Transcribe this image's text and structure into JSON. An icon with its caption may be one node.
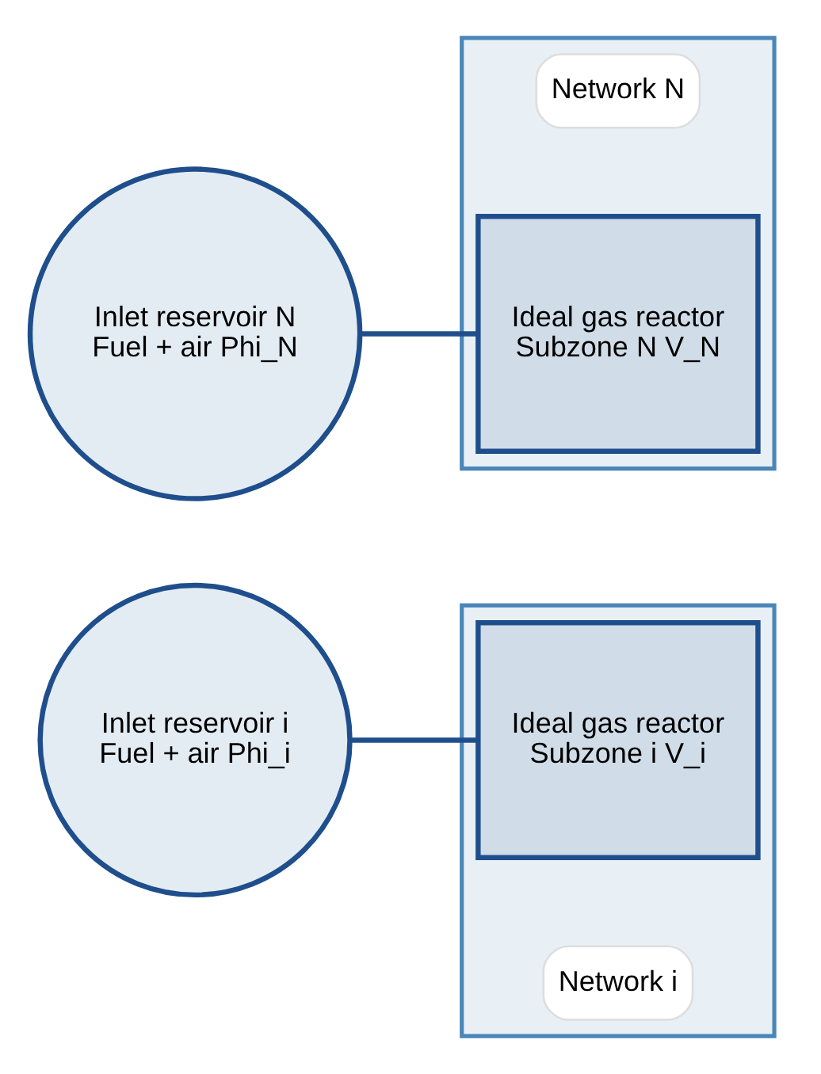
{
  "diagram": {
    "nodes": [
      {
        "text": [
          "Inlet reservoir i Fuel + air Phi_i"
        ]
      },
      {
        "text": [],
        "shape": "box"
      },
      {
        "text": [
          "Ideal gas reactor Subzone i V_i"
        ],
        "in": 1
      },
      {
        "text": [
          "Network i"
        ],
        "in": 1
      },
      {
        "text": [
          "Inlet reservoir N Fuel + air Phi_N"
        ]
      },
      {
        "text": [],
        "shape": "box"
      },
      {
        "text": [
          "Network N"
        ],
        "in": 5
      },
      {
        "text": [
          "Ideal gas reactor Subzone N V_N"
        ],
        "in": 5
      }
    ],
    "edges": [
      {
        "from": 0,
        "to": 2,
        "arrow": "none"
      },
      {
        "from": 4,
        "to": 7,
        "arrow": "none"
      }
    ]
  }
}
